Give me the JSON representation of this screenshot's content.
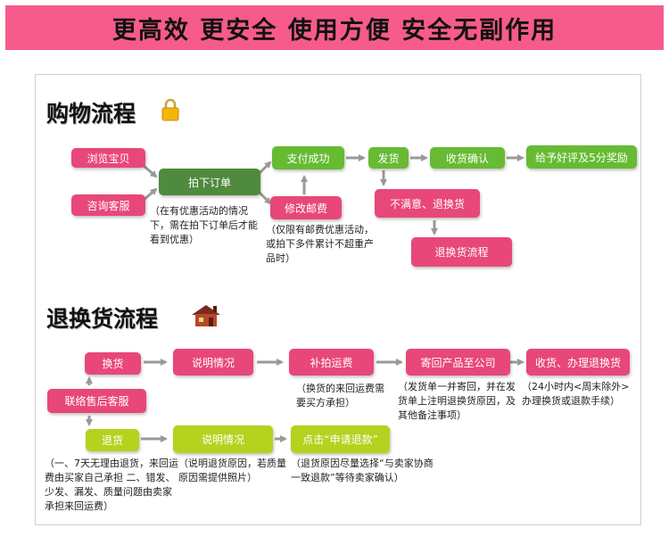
{
  "banner": {
    "text": "更高效 更安全 使用方便 安全无副作用"
  },
  "colors": {
    "banner": "#f65b8b",
    "pink": "#e8477a",
    "green": "#66bb33",
    "dark_green": "#4f8a3e",
    "lime": "#b5d21f",
    "arrow": "#999999"
  },
  "shopping": {
    "title": "购物流程",
    "icon": "padlock-icon",
    "browse": "浏览宝贝",
    "consult": "咨询客服",
    "order": "拍下订单",
    "order_note": "（在有优惠活动的情况下，需在拍下订单后才能看到优惠）",
    "pay": "支付成功",
    "modify": "修改邮费",
    "modify_note": "（仅限有邮费优惠活动，或拍下多件累计不超重产品时）",
    "ship": "发货",
    "confirm": "收货确认",
    "review": "给予好评及5分奖励",
    "unsatisfied": "不满意、退换货",
    "return_flow": "退换货流程"
  },
  "returns": {
    "title": "退换货流程",
    "icon": "house-icon",
    "contact": "联络售后客服",
    "exchange": "换货",
    "explain1": "说明情况",
    "pay_shipping": "补拍运费",
    "pay_shipping_note": "（换货的来回运费需要买方承担）",
    "send_back": "寄回产品至公司",
    "send_back_note": "（发货单一并寄回，并在发货单上注明退换货原因，及其他备注事项）",
    "process": "收货、办理退换货",
    "process_note": "（24小时内<周末除外>办理换货或退款手续）",
    "refund": "退货",
    "refund_note": "（一、7天无理由退货，来回运费由买家自己承担 二、错发、少发、漏发、质量问题由卖家承担来回运费）",
    "explain2": "说明情况",
    "explain2_note": "（说明退货原因，若质量原因需提供照片）",
    "apply": "点击“申请退款”",
    "apply_note": "（退货原因尽量选择“与卖家协商一致退款”等待卖家确认）"
  }
}
